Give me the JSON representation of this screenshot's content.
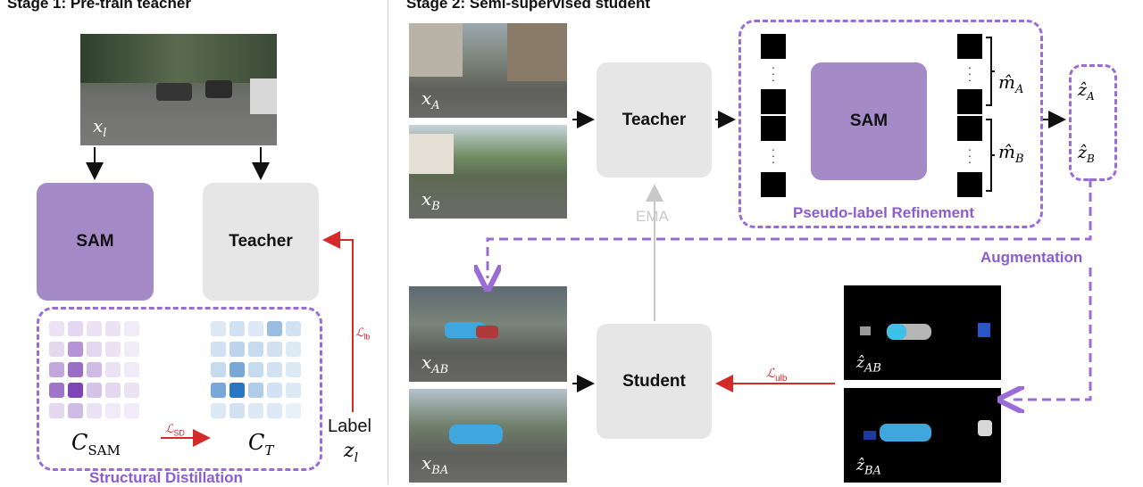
{
  "stage1": {
    "title": "Stage 1: Pre-train teacher",
    "input_label": "x",
    "input_sub": "l",
    "sam_label": "SAM",
    "teacher_label": "Teacher",
    "c_sam": "C",
    "c_sam_sub": "SAM",
    "c_t": "C",
    "c_t_sub": "T",
    "loss_sd": "ℒ",
    "loss_sd_sub": "SD",
    "loss_lb": "ℒ",
    "loss_lb_sub": "lb",
    "label_word": "Label",
    "label_var": "z",
    "label_sub": "l",
    "box_title": "Structural Distillation"
  },
  "stage2": {
    "title": "Stage 2: Semi-supervised student",
    "xa": "x",
    "xa_sub": "A",
    "xb": "x",
    "xb_sub": "B",
    "xab": "x",
    "xab_sub": "AB",
    "xba": "x",
    "xba_sub": "BA",
    "teacher_label": "Teacher",
    "student_label": "Student",
    "ema_label": "EMA",
    "sam_label": "SAM",
    "m_a": "m̂",
    "m_a_sub": "A",
    "m_b": "m̂",
    "m_b_sub": "B",
    "z_a": "ẑ",
    "z_a_sub": "A",
    "z_b": "ẑ",
    "z_b_sub": "B",
    "z_ab": "ẑ",
    "z_ab_sub": "AB",
    "z_ba": "ẑ",
    "z_ba_sub": "BA",
    "refine_title": "Pseudo-label Refinement",
    "augment_title": "Augmentation",
    "loss_ulb": "ℒ",
    "loss_ulb_sub": "ulb"
  },
  "colors": {
    "accent_purple": "#9b6cd6",
    "sam_purple": "#a48bc8",
    "loss_red": "#d42a2a",
    "grey_box": "#e6e6e6"
  },
  "c_sam_matrix": [
    [
      0.15,
      0.2,
      0.15,
      0.15,
      0.1
    ],
    [
      0.2,
      0.55,
      0.2,
      0.15,
      0.1
    ],
    [
      0.45,
      0.75,
      0.35,
      0.15,
      0.1
    ],
    [
      0.7,
      0.95,
      0.3,
      0.2,
      0.15
    ],
    [
      0.2,
      0.35,
      0.15,
      0.1,
      0.1
    ]
  ],
  "c_t_matrix": [
    [
      0.15,
      0.2,
      0.15,
      0.45,
      0.2
    ],
    [
      0.2,
      0.3,
      0.25,
      0.2,
      0.15
    ],
    [
      0.25,
      0.6,
      0.25,
      0.2,
      0.15
    ],
    [
      0.6,
      0.95,
      0.35,
      0.2,
      0.15
    ],
    [
      0.15,
      0.2,
      0.15,
      0.15,
      0.1
    ]
  ]
}
